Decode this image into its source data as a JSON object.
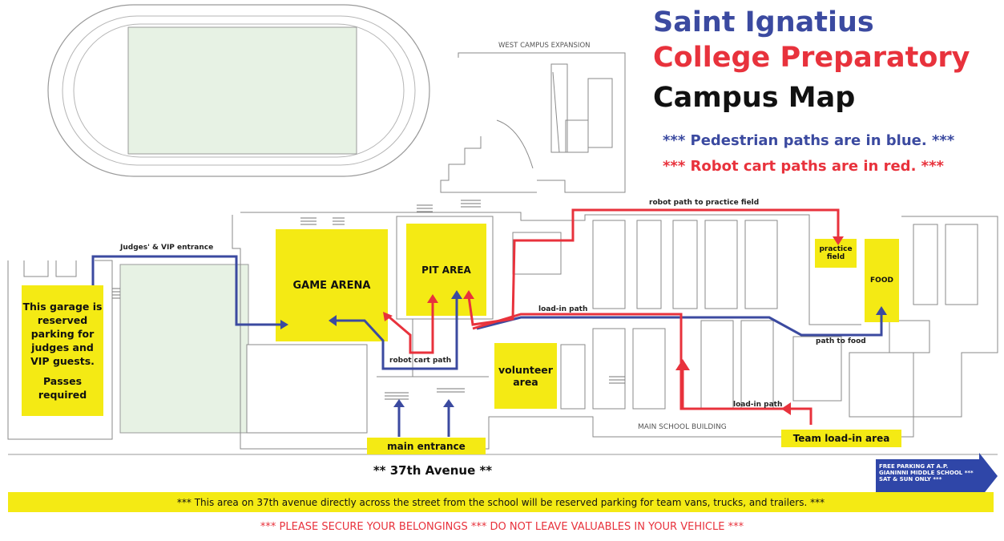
{
  "title": {
    "line1": "Saint Ignatius",
    "line2": "College Preparatory",
    "line3": "Campus Map"
  },
  "legend": {
    "pedestrian": "*** Pedestrian paths are in blue. ***",
    "robot": "*** Robot cart paths are in red. ***"
  },
  "colors": {
    "pedestrian_path": "#3b4aa0",
    "robot_path": "#e8323c",
    "highlight_area": "#f4ea14",
    "field_green": "#e7f2e4"
  },
  "map_labels": {
    "west_campus": "WEST CAMPUS EXPANSION",
    "main_school": "MAIN SCHOOL BUILDING",
    "judges_entrance": "Judges' & VIP entrance",
    "robot_practice_path": "robot path to practice field",
    "load_in_path_top": "load-in path",
    "load_in_path_bottom": "load-in path",
    "robot_cart_path": "robot cart path",
    "path_to_food": "path to food"
  },
  "areas": {
    "garage_line1": "This garage is reserved parking for judges and VIP guests.",
    "garage_line2": "Passes required",
    "game_arena": "GAME ARENA",
    "pit_area": "PIT AREA",
    "volunteer_area": "volunteer area",
    "practice_field": "practice field",
    "food": "FOOD",
    "main_entrance": "main entrance",
    "team_load_in": "Team load-in area"
  },
  "street": "** 37th Avenue **",
  "free_parking": "FREE PARKING AT A.P. GIANINNI MIDDLE SCHOOL *** SAT & SUN ONLY ***",
  "reserved_note": "*** This area on 37th avenue directly across the street from the school will be reserved parking for team vans, trucks, and trailers. ***",
  "warning": "*** PLEASE SECURE YOUR BELONGINGS  *** DO NOT LEAVE VALUABLES IN YOUR VEHICLE ***"
}
